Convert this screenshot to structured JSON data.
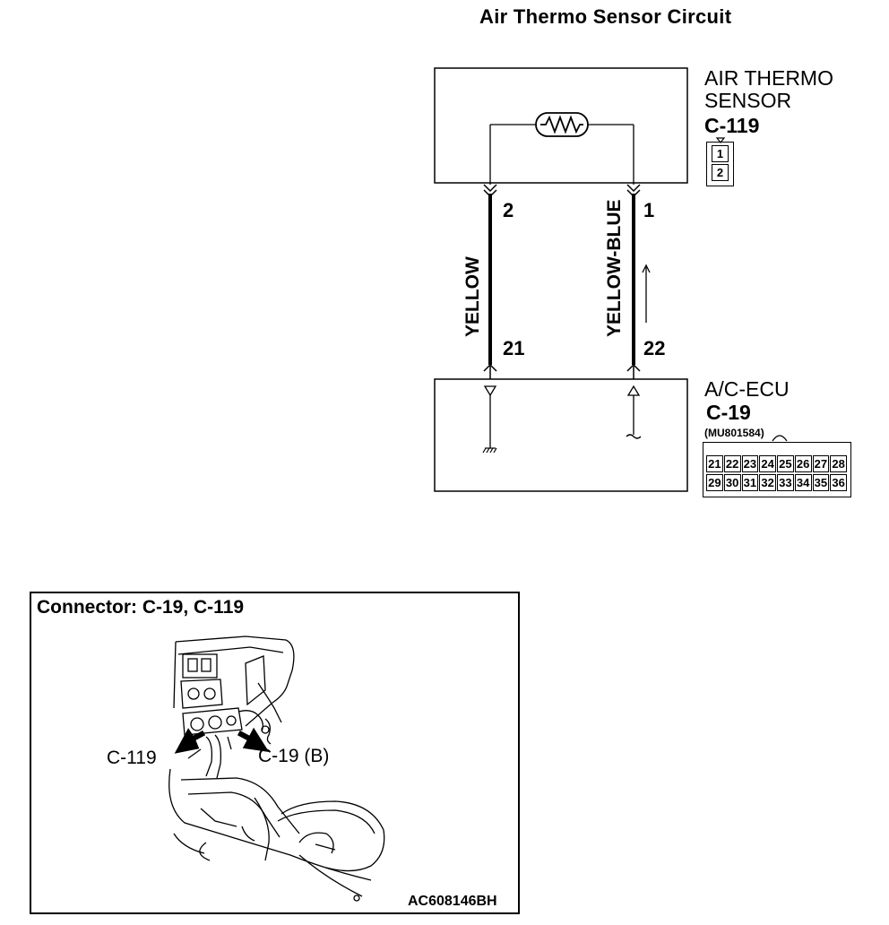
{
  "title": "Air Thermo Sensor Circuit",
  "sensor": {
    "name_line1": "AIR THERMO",
    "name_line2": "SENSOR",
    "connector": "C-119",
    "pins": [
      "1",
      "2"
    ]
  },
  "wires": [
    {
      "color": "YELLOW",
      "sensor_pin": "2",
      "ecu_pin": "21"
    },
    {
      "color": "YELLOW-BLUE",
      "sensor_pin": "1",
      "ecu_pin": "22"
    }
  ],
  "ecu": {
    "name": "A/C-ECU",
    "connector": "C-19",
    "part_number": "(MU801584)",
    "pins_row1": [
      "21",
      "22",
      "23",
      "24",
      "25",
      "26",
      "27",
      "28"
    ],
    "pins_row2": [
      "29",
      "30",
      "31",
      "32",
      "33",
      "34",
      "35",
      "36"
    ]
  },
  "connector_view": {
    "title": "Connector: C-19, C-119",
    "callout_left": "C-119",
    "callout_right": "C-19 (B)",
    "figure_id": "AC608146BH"
  }
}
